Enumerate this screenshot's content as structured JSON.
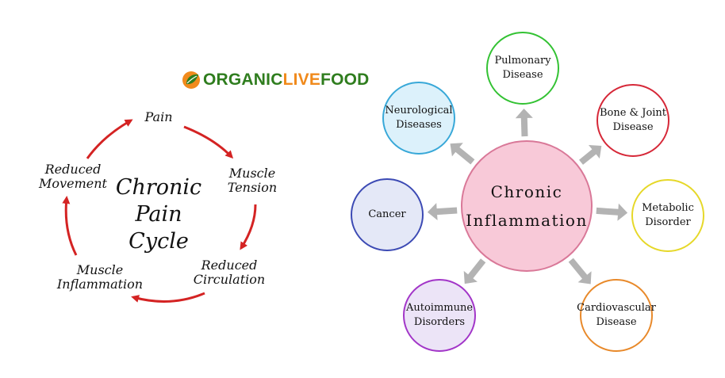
{
  "logo": {
    "part1": "ORGANIC",
    "part2": "LIVE",
    "part3": "FOOD",
    "colors": {
      "green": "#2f7d1e",
      "orange": "#f08a1c"
    }
  },
  "pain_cycle": {
    "center": "Chronic\nPain\nCycle",
    "arrow_color": "#d42323",
    "stages": [
      "Pain",
      "Muscle\nTension",
      "Reduced\nCirculation",
      "Muscle\nInflammation",
      "Reduced\nMovement"
    ]
  },
  "inflammation": {
    "hub": {
      "label": "Chronic\nInflammation",
      "fill": "#f8c9d8",
      "stroke": "#d97898"
    },
    "arrow_color": "#b3b3b3",
    "satellites": [
      {
        "label": "Pulmonary\nDisease",
        "fill": "#ffffff",
        "stroke": "#33c233"
      },
      {
        "label": "Bone & Joint\nDisease",
        "fill": "#ffffff",
        "stroke": "#d62838"
      },
      {
        "label": "Metabolic\nDisorder",
        "fill": "#ffffff",
        "stroke": "#e6d829"
      },
      {
        "label": "Cardiovascular\nDisease",
        "fill": "#ffffff",
        "stroke": "#e8892a"
      },
      {
        "label": "Autoimmune\nDisorders",
        "fill": "#ece4f7",
        "stroke": "#a235c8"
      },
      {
        "label": "Cancer",
        "fill": "#e4e8f7",
        "stroke": "#3c4ab4"
      },
      {
        "label": "Neurological\nDiseases",
        "fill": "#dcf1fb",
        "stroke": "#38a8d8"
      }
    ]
  }
}
